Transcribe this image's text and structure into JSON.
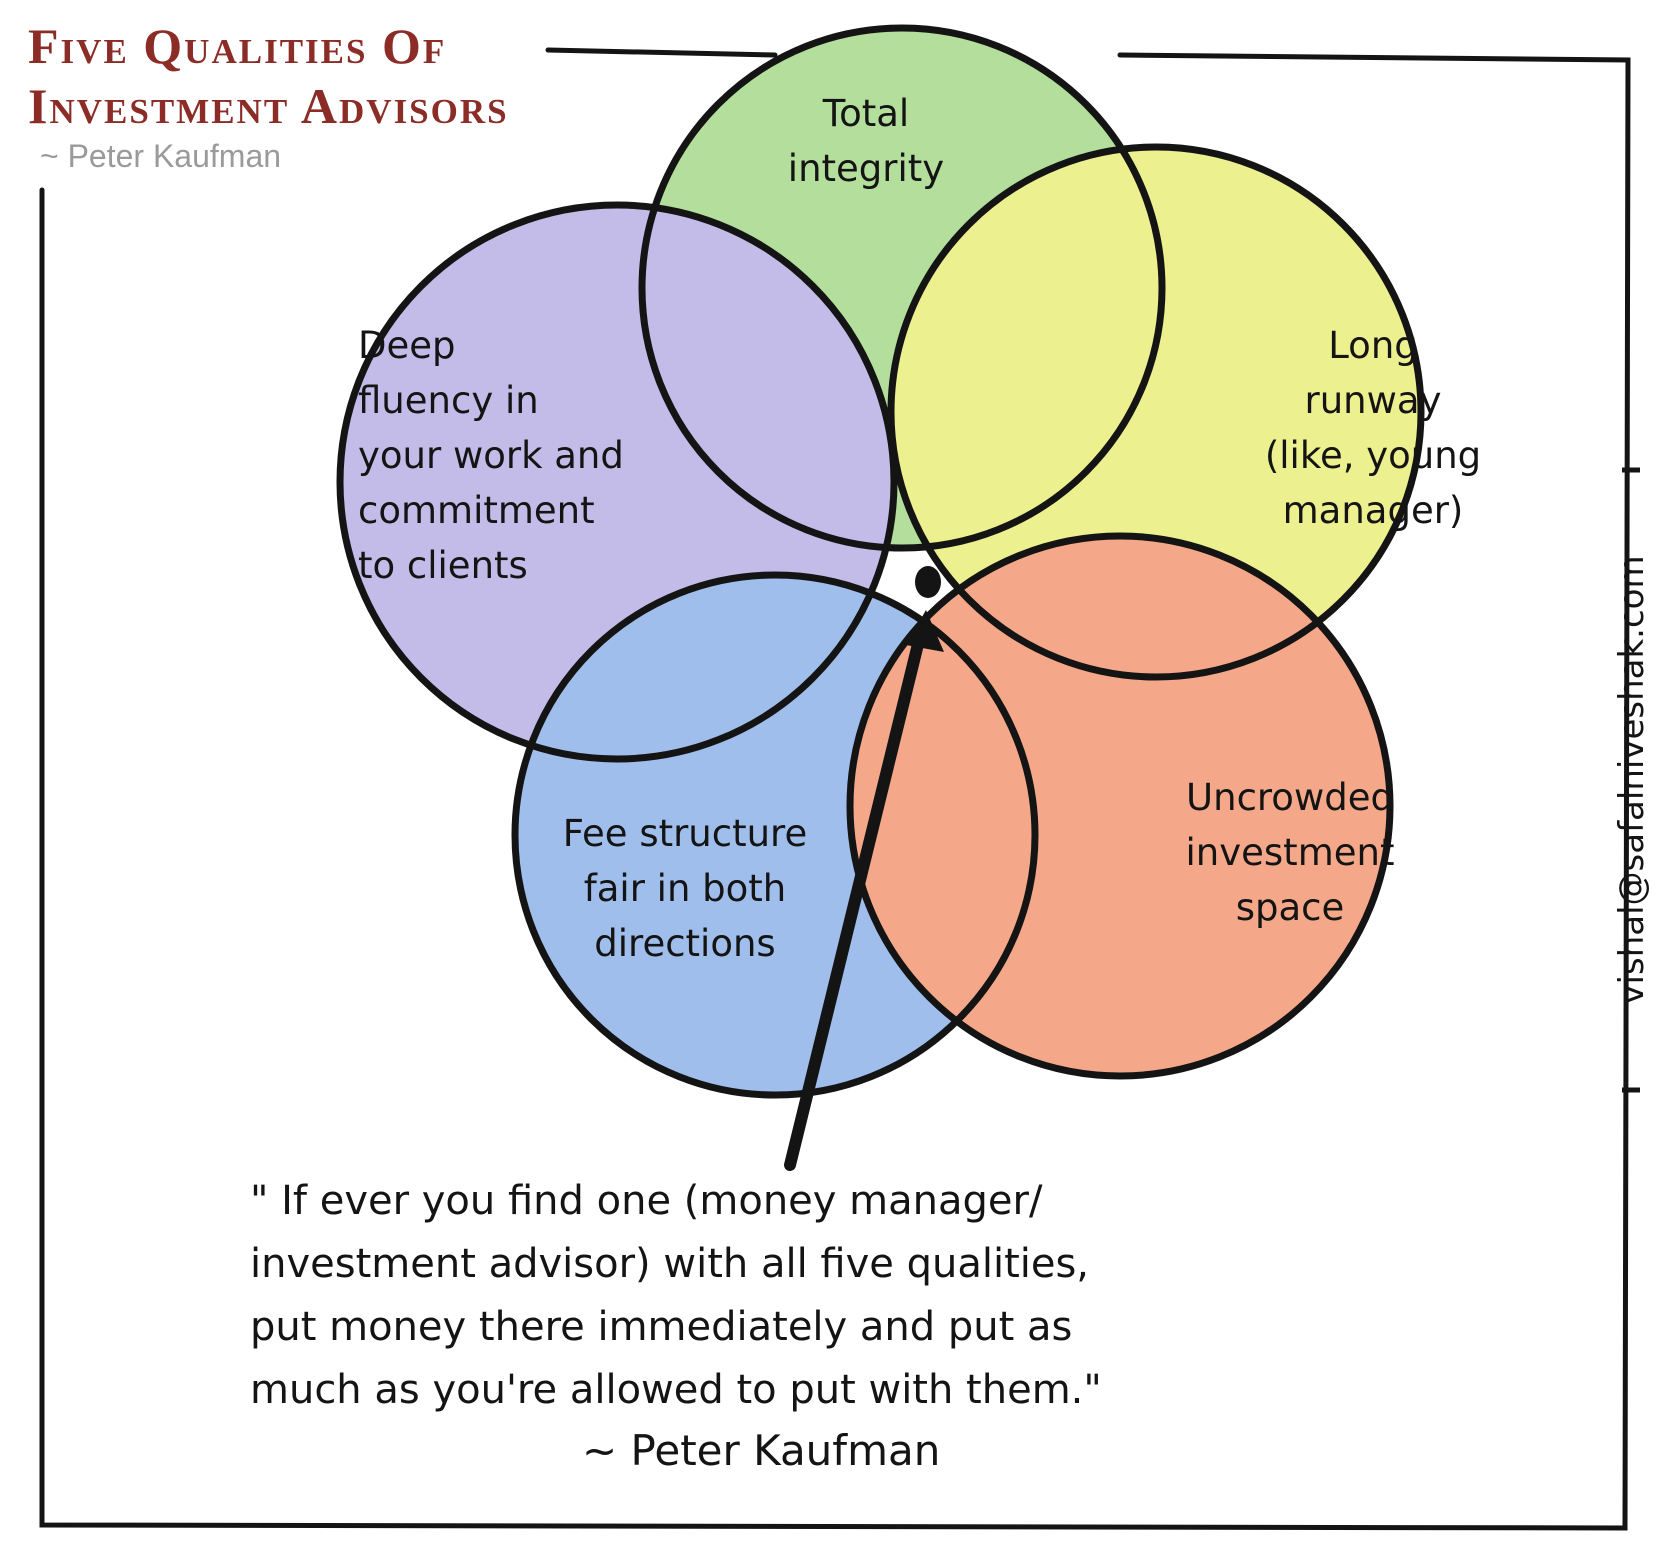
{
  "title": {
    "line1": "Five Qualities Of",
    "line2": "Investment Advisors",
    "attribution": "~ Peter Kaufman"
  },
  "circles": [
    {
      "id": "integrity",
      "label": "Total\nintegrity",
      "color": "#9fd681"
    },
    {
      "id": "fluency",
      "label": "Deep\nfluency in\nyour work and\ncommitment\nto clients",
      "color": "#b3a9e2"
    },
    {
      "id": "runway",
      "label": "Long\nrunway\n(like, young\nmanager)",
      "color": "#e9ec70"
    },
    {
      "id": "fee",
      "label": "Fee structure\nfair in both\ndirections",
      "color": "#86ade6"
    },
    {
      "id": "uncrowded",
      "label": "Uncrowded\ninvestment\nspace",
      "color": "#f19069"
    }
  ],
  "quote": {
    "text": "\" If ever you find one (money manager/\ninvestment advisor) with all five qualities,\nput money there immediately and put as\nmuch as you're allowed to put with them.\"",
    "attribution": "~ Peter Kaufman"
  },
  "credit": "vishal@safalniveshak.com",
  "colors": {
    "title": "#8b2c26",
    "ink": "#141414",
    "subtitle": "#9a9a9a"
  }
}
